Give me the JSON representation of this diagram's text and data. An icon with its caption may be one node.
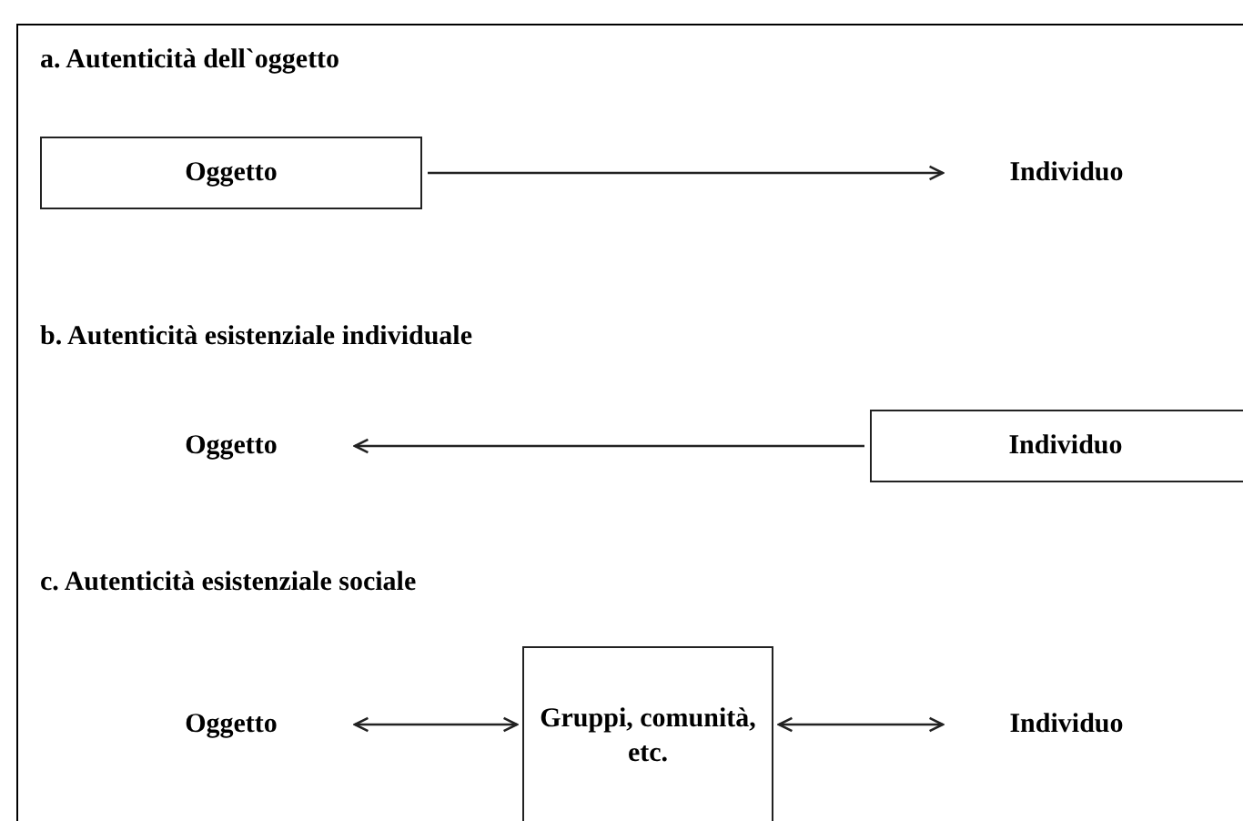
{
  "diagram": {
    "nodes": [
      {
        "text": [
          "Oggetto"
        ]
      },
      {
        "text": [
          "Individuo"
        ]
      },
      {
        "text": [
          "Oggetto"
        ]
      },
      {
        "text": [
          "Individuo"
        ]
      },
      {
        "text": [
          "Oggetto"
        ]
      },
      {
        "text": [
          "Gruppi, comunità, etc."
        ]
      },
      {
        "text": [
          "Individuo"
        ]
      }
    ],
    "edges": [
      {
        "from": 0,
        "to": 1,
        "arrow": "to"
      },
      {
        "from": 3,
        "to": 2,
        "arrow": "to"
      },
      {
        "from": 4,
        "to": 5,
        "arrow": "both"
      },
      {
        "from": 5,
        "to": 6,
        "arrow": "both"
      }
    ],
    "labels": [
      "a. Autenticità dell`oggetto",
      "b. Autenticità esistenziale individuale",
      "c. Autenticità esistenziale sociale"
    ]
  }
}
